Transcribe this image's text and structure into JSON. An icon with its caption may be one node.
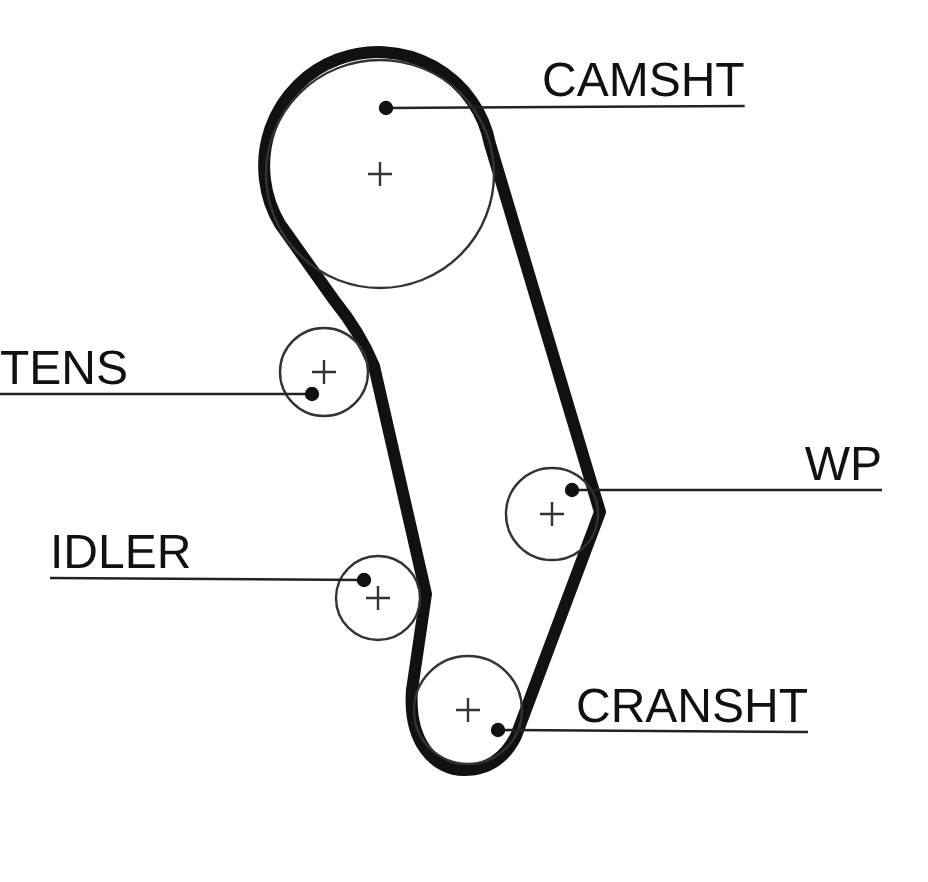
{
  "diagram": {
    "nodes": [
      {
        "text": [
          "CAMSHT"
        ]
      },
      {
        "text": [],
        "shape": "circle"
      },
      {
        "text": [
          "TENS"
        ]
      },
      {
        "text": [],
        "shape": "circle"
      },
      {
        "text": [
          "WP"
        ]
      },
      {
        "text": [],
        "shape": "circle"
      },
      {
        "text": [
          "IDLER"
        ]
      },
      {
        "text": [],
        "shape": "circle"
      },
      {
        "text": [
          "CRANSHT"
        ]
      },
      {
        "text": [],
        "shape": "circle"
      }
    ],
    "edges": [
      {
        "from": 0,
        "to": 1,
        "arrow": "other"
      },
      {
        "from": 2,
        "to": 3,
        "arrow": "other"
      },
      {
        "from": 4,
        "to": 5,
        "arrow": "other"
      },
      {
        "from": 6,
        "to": 7,
        "arrow": "other"
      },
      {
        "from": 8,
        "to": 9,
        "arrow": "other"
      }
    ]
  }
}
